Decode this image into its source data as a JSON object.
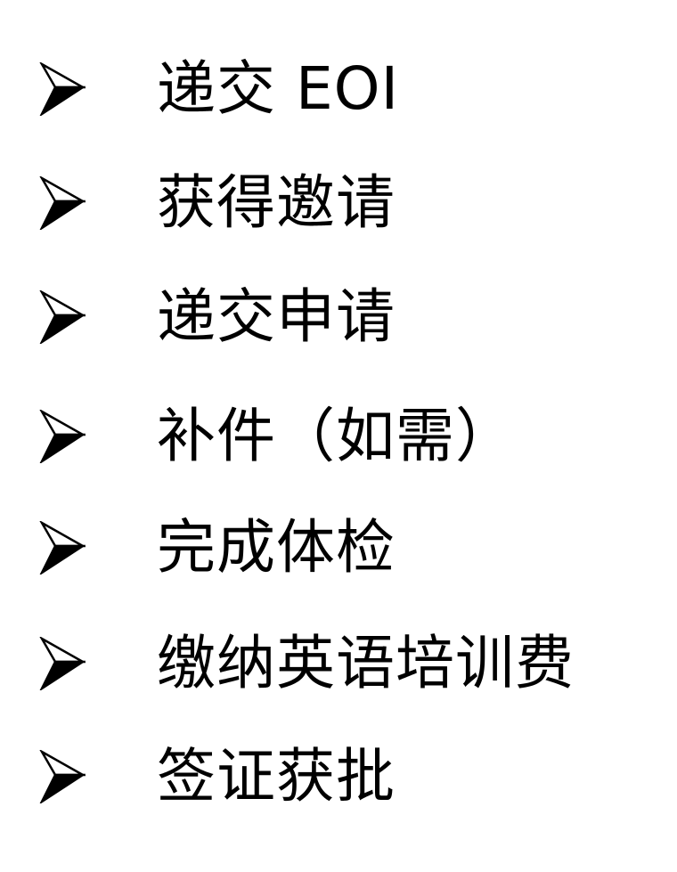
{
  "list": {
    "bullet_icon": "arrowhead-bullet-icon",
    "items": [
      {
        "label": "递交 EOI"
      },
      {
        "label": "获得邀请"
      },
      {
        "label": "递交申请"
      },
      {
        "label": "补件（如需）"
      },
      {
        "label": "完成体检"
      },
      {
        "label": "缴纳英语培训费"
      },
      {
        "label": "签证获批"
      }
    ]
  }
}
